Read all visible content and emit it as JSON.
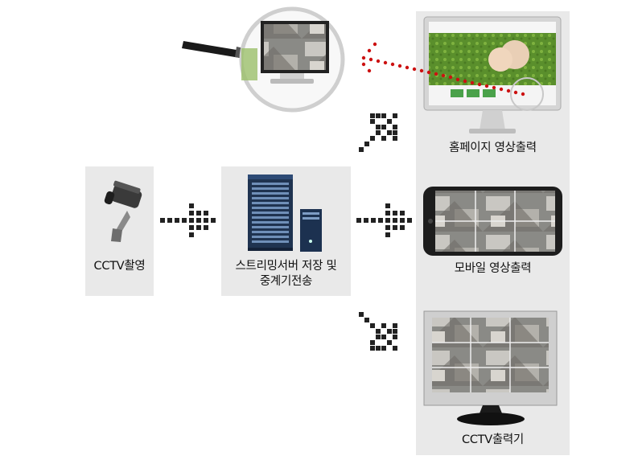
{
  "nodes": {
    "camera": {
      "label": "CCTV촬영"
    },
    "server": {
      "label_line1": "스트리밍서버 저장 및",
      "label_line2": "중계기전송"
    },
    "homepage": {
      "label": "홈페이지 영상출력"
    },
    "mobile": {
      "label": "모바일 영상출력"
    },
    "monitor": {
      "label": "CCTV출력기"
    }
  },
  "colors": {
    "panel": "#e9e9e9",
    "arrow": "#222222",
    "zoom_dots": "#cc1111"
  },
  "icons": [
    "cctv-camera-icon",
    "server-rack-icon",
    "pc-tower-icon",
    "desktop-monitor-icon",
    "smartphone-icon",
    "lcd-monitor-icon",
    "magnifier-icon"
  ]
}
